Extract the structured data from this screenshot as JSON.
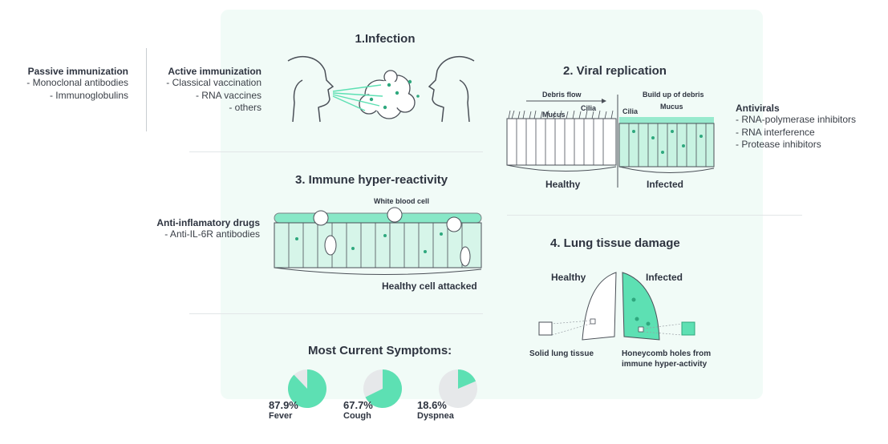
{
  "left": {
    "passive": {
      "title": "Passive immunization",
      "items": [
        "- Monoclonal antibodies",
        "- Immunoglobulins"
      ]
    },
    "active": {
      "title": "Active immunization",
      "items": [
        "- Classical vaccination",
        "- RNA vaccines",
        "- others"
      ]
    },
    "anti_inflam": {
      "title": "Anti-inflamatory drugs",
      "items": [
        "- Anti-IL-6R antibodies"
      ]
    }
  },
  "sections": {
    "infection": {
      "title": "1.Infection"
    },
    "viral": {
      "title": "2. Viral replication",
      "debris_flow": "Debris flow",
      "build_up": "Build up of debris",
      "mucus_left": "Mucus",
      "cilia_left": "Cilia",
      "cilia_right": "Cilia",
      "mucus_right": "Mucus",
      "healthy": "Healthy",
      "infected": "Infected"
    },
    "immune": {
      "title": "3. Immune hyper-reactivity",
      "wbc": "White blood cell",
      "attacked": "Healthy cell attacked"
    },
    "lung": {
      "title": "4. Lung tissue damage",
      "healthy": "Healthy",
      "infected": "Infected",
      "solid": "Solid lung tissue",
      "honeycomb_1": "Honeycomb holes from",
      "honeycomb_2": "immune hyper-activity"
    }
  },
  "antivirals": {
    "title": "Antivirals",
    "items": [
      "- RNA-polymerase inhibitors",
      "- RNA interference",
      "- Protease inhibitors"
    ]
  },
  "symptoms": {
    "title": "Most Current Symptoms:",
    "items": [
      {
        "pct": "87.9%",
        "value": 87.9,
        "label": "Fever"
      },
      {
        "pct": "67.7%",
        "value": 67.7,
        "label": "Cough"
      },
      {
        "pct": "18.6%",
        "value": 18.6,
        "label": "Dyspnea"
      }
    ]
  },
  "colors": {
    "accent": "#5de0b3",
    "accent_dark": "#2fa87e",
    "gray": "#e6e8ea",
    "line": "#5a5f66"
  }
}
